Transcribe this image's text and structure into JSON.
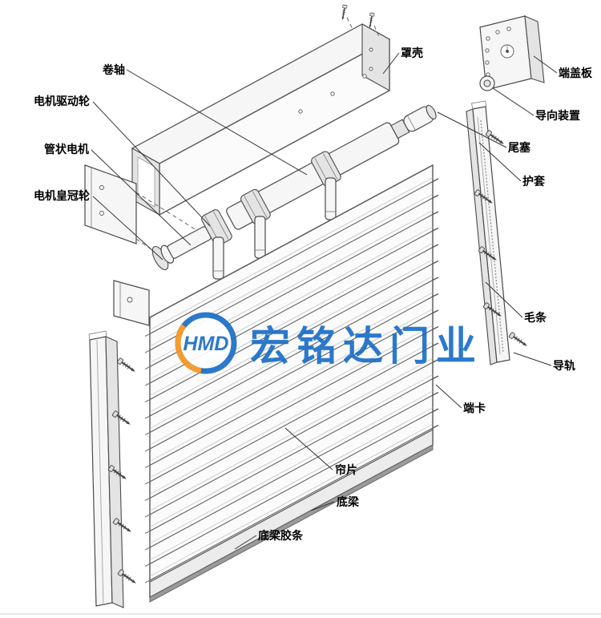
{
  "labels": {
    "roller_shaft": "卷轴",
    "cover_housing": "罩壳",
    "end_cover_plate": "端盖板",
    "guide_device": "导向装置",
    "tail_plug": "尾塞",
    "protective_sleeve": "护套",
    "motor_drive_wheel": "电机驱动轮",
    "tubular_motor": "管状电机",
    "motor_crown_wheel": "电机皇冠轮",
    "brush_strip": "毛条",
    "guide_rail": "导轨",
    "end_clip": "端卡",
    "curtain_slat": "帘片",
    "bottom_beam": "底梁",
    "bottom_beam_rubber": "底梁胶条"
  },
  "watermark": {
    "logo": "HMD",
    "brand": "宏铭达门业"
  },
  "colors": {
    "brand_blue": "#1B6FC8",
    "brand_orange": "#F7941D"
  }
}
